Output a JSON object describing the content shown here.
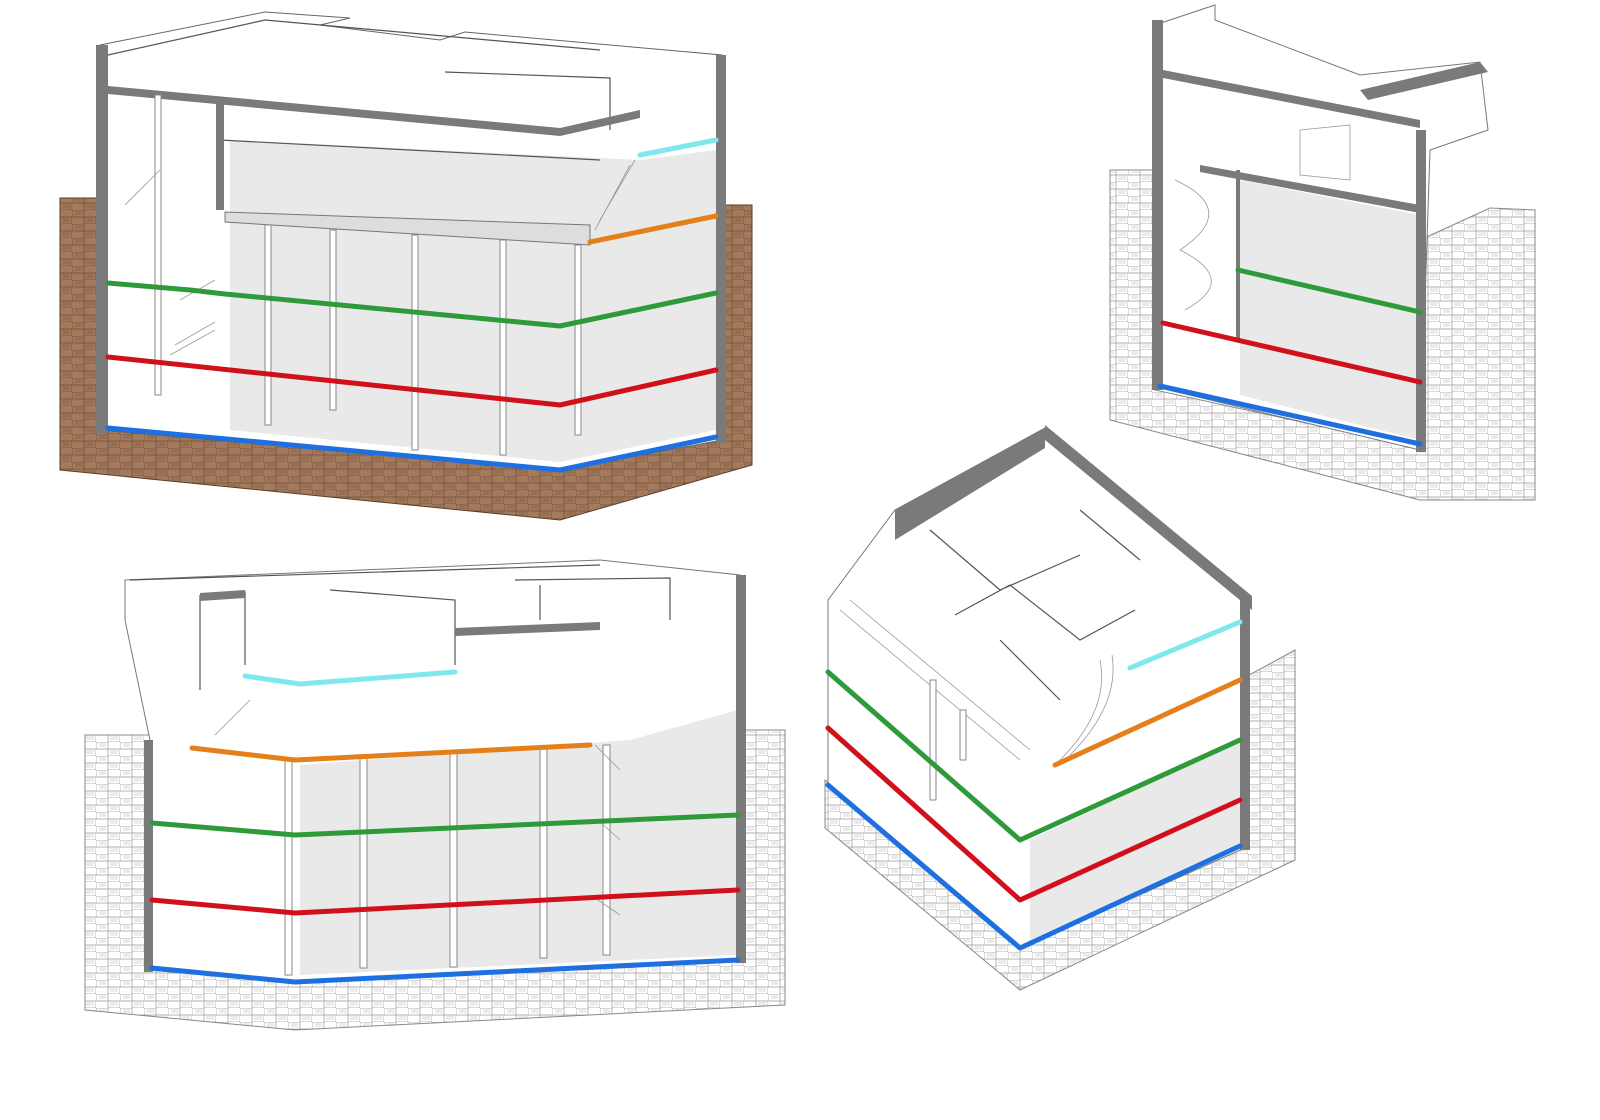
{
  "colors": {
    "ground_brown": "#a47a5c",
    "hatch_light": "#ffffff",
    "wall_gray": "#7a7a7a",
    "level_basement": "#1e6fe0",
    "level_1": "#d0101a",
    "level_2": "#2e9a3a",
    "level_3": "#e57f1a",
    "level_4": "#7fe8ec"
  },
  "views": [
    {
      "id": "section-view-a",
      "levels": [
        "level_basement",
        "level_1",
        "level_2",
        "level_3",
        "level_4"
      ]
    },
    {
      "id": "section-view-b",
      "levels": [
        "level_basement",
        "level_1",
        "level_2"
      ]
    },
    {
      "id": "section-view-c",
      "levels": [
        "level_basement",
        "level_1",
        "level_2",
        "level_3",
        "level_4"
      ]
    },
    {
      "id": "section-view-d",
      "levels": [
        "level_basement",
        "level_1",
        "level_2",
        "level_3",
        "level_4"
      ]
    }
  ]
}
